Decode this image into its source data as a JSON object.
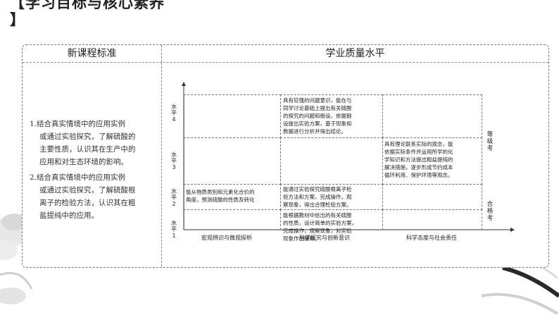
{
  "heading": {
    "line1": "【学习目标与核心素养",
    "line2": "】"
  },
  "table": {
    "left_header": "新课程标准",
    "right_header": "学业质量水平",
    "standards": [
      {
        "lines": [
          "1.结合真实情境中的应用实例",
          "或通过实验探究，了解硫酸的",
          "主要性质，认识其在生产中的",
          "应用和对生态环境的影响。"
        ]
      },
      {
        "lines": [
          "2.结合真实情境中的应用实例",
          "或通过实验探究，了解硫酸根",
          "离子的检验方法，认识其在粗",
          "盐提纯中的应用。"
        ]
      }
    ]
  },
  "levels": [
    {
      "lines": [
        "水",
        "平",
        "4"
      ]
    },
    {
      "lines": [
        "水",
        "平",
        "3"
      ]
    },
    {
      "lines": [
        "水",
        "平",
        "2"
      ]
    },
    {
      "lines": [
        "水",
        "平",
        "1"
      ]
    }
  ],
  "cells": {
    "l4_c2": [
      "具有较强的问题意识，能在与",
      "同学讨论基础上提出有关硫酸",
      "的探究的问题和假设，依据假",
      "设提出实验方案，基于现象和",
      "数据进行分析并得出结论。"
    ],
    "l3_c3": [
      "具有理论联系实际的观念，能",
      "依据实际条件并运用所学的化",
      "学知识和方法提出粗盐提纯的",
      "解决措施，逐步形成节约成本",
      "循环利用、保护环境等观念。"
    ],
    "l2_c1": [
      "能从物质类别和元素化合价的",
      "角度，预测硫酸的性质及转化"
    ],
    "l2_c2": [
      "能通过实验探究硫酸根离子检",
      "验方法和方案，完成操作，观",
      "察现象，得出合理检验方案。"
    ],
    "l1_c2": [
      "能根据教材中给出的有关硫酸",
      "的性质，设计简单的实验方案，",
      "完成操作，观察现象，对实验",
      "现象作出解释。"
    ]
  },
  "side_labels": {
    "upper": [
      "等",
      "级",
      "考"
    ],
    "lower": [
      "合",
      "格",
      "考"
    ]
  },
  "x_axis": [
    "宏观辨识与微观探析",
    "科学探究与创新意识",
    "科学态度与社会责任"
  ]
}
